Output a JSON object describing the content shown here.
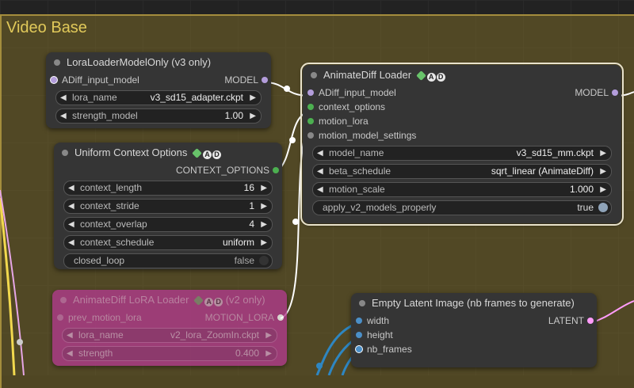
{
  "group": {
    "title": "Video Base"
  },
  "lora_loader": {
    "title": "LoraLoaderModelOnly (v3 only)",
    "input": "ADiff_input_model",
    "output": "MODEL",
    "widgets": [
      {
        "name": "lora_name",
        "value": "v3_sd15_adapter.ckpt"
      },
      {
        "name": "strength_model",
        "value": "1.00"
      }
    ]
  },
  "animatediff_loader": {
    "title": "AnimateDiff Loader",
    "inputs": [
      "ADiff_input_model",
      "context_options",
      "motion_lora",
      "motion_model_settings"
    ],
    "output": "MODEL",
    "widgets": [
      {
        "name": "model_name",
        "value": "v3_sd15_mm.ckpt"
      },
      {
        "name": "beta_schedule",
        "value": "sqrt_linear (AnimateDiff)"
      },
      {
        "name": "motion_scale",
        "value": "1.000"
      }
    ],
    "toggle": {
      "name": "apply_v2_models_properly",
      "value": "true"
    }
  },
  "context_options": {
    "title": "Uniform Context Options",
    "output": "CONTEXT_OPTIONS",
    "widgets": [
      {
        "name": "context_length",
        "value": "16"
      },
      {
        "name": "context_stride",
        "value": "1"
      },
      {
        "name": "context_overlap",
        "value": "4"
      },
      {
        "name": "context_schedule",
        "value": "uniform"
      }
    ],
    "toggle": {
      "name": "closed_loop",
      "value": "false"
    }
  },
  "lora_loader_v2": {
    "title": "AnimateDiff LoRA Loader",
    "title_suffix": "(v2 only)",
    "input": "prev_motion_lora",
    "output": "MOTION_LORA",
    "widgets": [
      {
        "name": "lora_name",
        "value": "v2_lora_ZoomIn.ckpt"
      },
      {
        "name": "strength",
        "value": "0.400"
      }
    ]
  },
  "empty_latent": {
    "title": "Empty Latent Image (nb frames to generate)",
    "inputs": [
      "width",
      "height",
      "nb_frames"
    ],
    "output": "LATENT"
  },
  "badge_letters": {
    "a": "A",
    "d": "D"
  },
  "colors": {
    "model_slot": "#b39ddb",
    "context_slot": "#4caf50",
    "motion_lora_slot": "#4caf50",
    "settings_slot": "#888888",
    "latent_slot": "#ff9cf9",
    "number_slot": "#4b8fc8",
    "link_white": "#ffffff",
    "link_yellow": "#f2d94e",
    "link_blue": "#2e86c1",
    "link_pink": "#ff9cf9"
  }
}
